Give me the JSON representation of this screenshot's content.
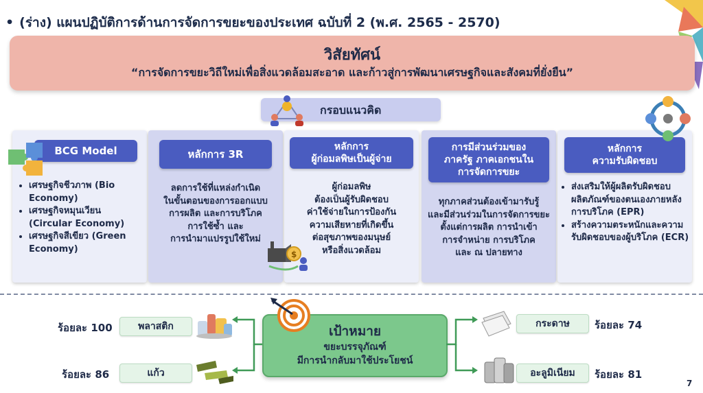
{
  "title": "(ร่าง) แผนปฏิบัติการด้านการจัดการขยะของประเทศ ฉบับที่ 2 (พ.ศ. 2565 - 2570)",
  "bullet": "•",
  "vision": {
    "heading": "วิสัยทัศน์",
    "statement": "“การจัดการขยะวิถีใหม่เพื่อสิ่งแวดล้อมสะอาด และก้าวสู่การพัฒนาเศรษฐกิจและสังคมที่ยั่งยืน”"
  },
  "framework": {
    "label": "กรอบแนวคิด"
  },
  "columns": [
    {
      "header": "BCG Model",
      "bullets": [
        "เศรษฐกิจชีวภาพ (Bio Economy)",
        "เศรษฐกิจหมุนเวียน (Circular Economy)",
        "เศรษฐกิจสีเขียว (Green Economy)"
      ]
    },
    {
      "header": "หลักการ 3R",
      "lines": [
        "ลดการใช้ที่แหล่งกำเนิด",
        "ในขั้นตอนของการออกแบบ",
        "การผลิต และการบริโภค",
        "การใช้ซ้ำ และ",
        "การนำมาแปรรูปใช้ใหม่"
      ]
    },
    {
      "header_lines": [
        "หลักการ",
        "ผู้ก่อมลพิษเป็นผู้จ่าย"
      ],
      "lines": [
        "ผู้ก่อมลพิษ",
        "ต้องเป็นผู้รับผิดชอบ",
        "ค่าใช้จ่ายในการป้องกัน",
        "ความเสียหายที่เกิดขึ้น",
        "ต่อสุขภาพของมนุษย์",
        "หรือสิ่งแวดล้อม"
      ]
    },
    {
      "header_lines": [
        "การมีส่วนร่วมของ",
        "ภาครัฐ ภาคเอกชนใน",
        "การจัดการขยะ"
      ],
      "lines": [
        "ทุกภาคส่วนต้องเข้ามารับรู้",
        "และมีส่วนร่วมในการจัดการขยะ",
        "ตั้งแต่การผลิต การนำเข้า",
        "การจำหน่าย การบริโภค",
        "และ ณ ปลายทาง"
      ]
    },
    {
      "header_lines": [
        "หลักการ",
        "ความรับผิดชอบ"
      ],
      "bullets": [
        "ส่งเสริมให้ผู้ผลิตรับผิดชอบผลิตภัณฑ์ของตนเองภายหลังการบริโภค (EPR)",
        "สร้างความตระหนักและความรับผิดชอบของผู้บริโภค (ECR)"
      ]
    }
  ],
  "goal": {
    "title": "เป้าหมาย",
    "line1": "ขยะบรรจุภัณฑ์",
    "line2": "มีการนำกลับมาใช้ประโยชน์"
  },
  "materials": [
    {
      "pct": "ร้อยละ 100",
      "label": "พลาสติก",
      "value": 100
    },
    {
      "pct": "ร้อยละ 86",
      "label": "แก้ว",
      "value": 86
    },
    {
      "pct": "ร้อยละ 74",
      "label": "กระดาษ",
      "value": 74
    },
    {
      "pct": "ร้อยละ 81",
      "label": "อะลูมิเนียม",
      "value": 81
    }
  ],
  "page_number": "7",
  "colors": {
    "vision_bg": "#efb5aa",
    "header_blue": "#4a5cc0",
    "goal_green": "#7cc88c",
    "arrow_green": "#3f9a57"
  },
  "icons": [
    "people-network-icon",
    "puzzle-icon",
    "factory-coin-icon",
    "circular-economy-icon",
    "target-dart-icon",
    "plastic-waste-icon",
    "glass-bottle-icon",
    "paper-stack-icon",
    "aluminium-can-icon"
  ]
}
